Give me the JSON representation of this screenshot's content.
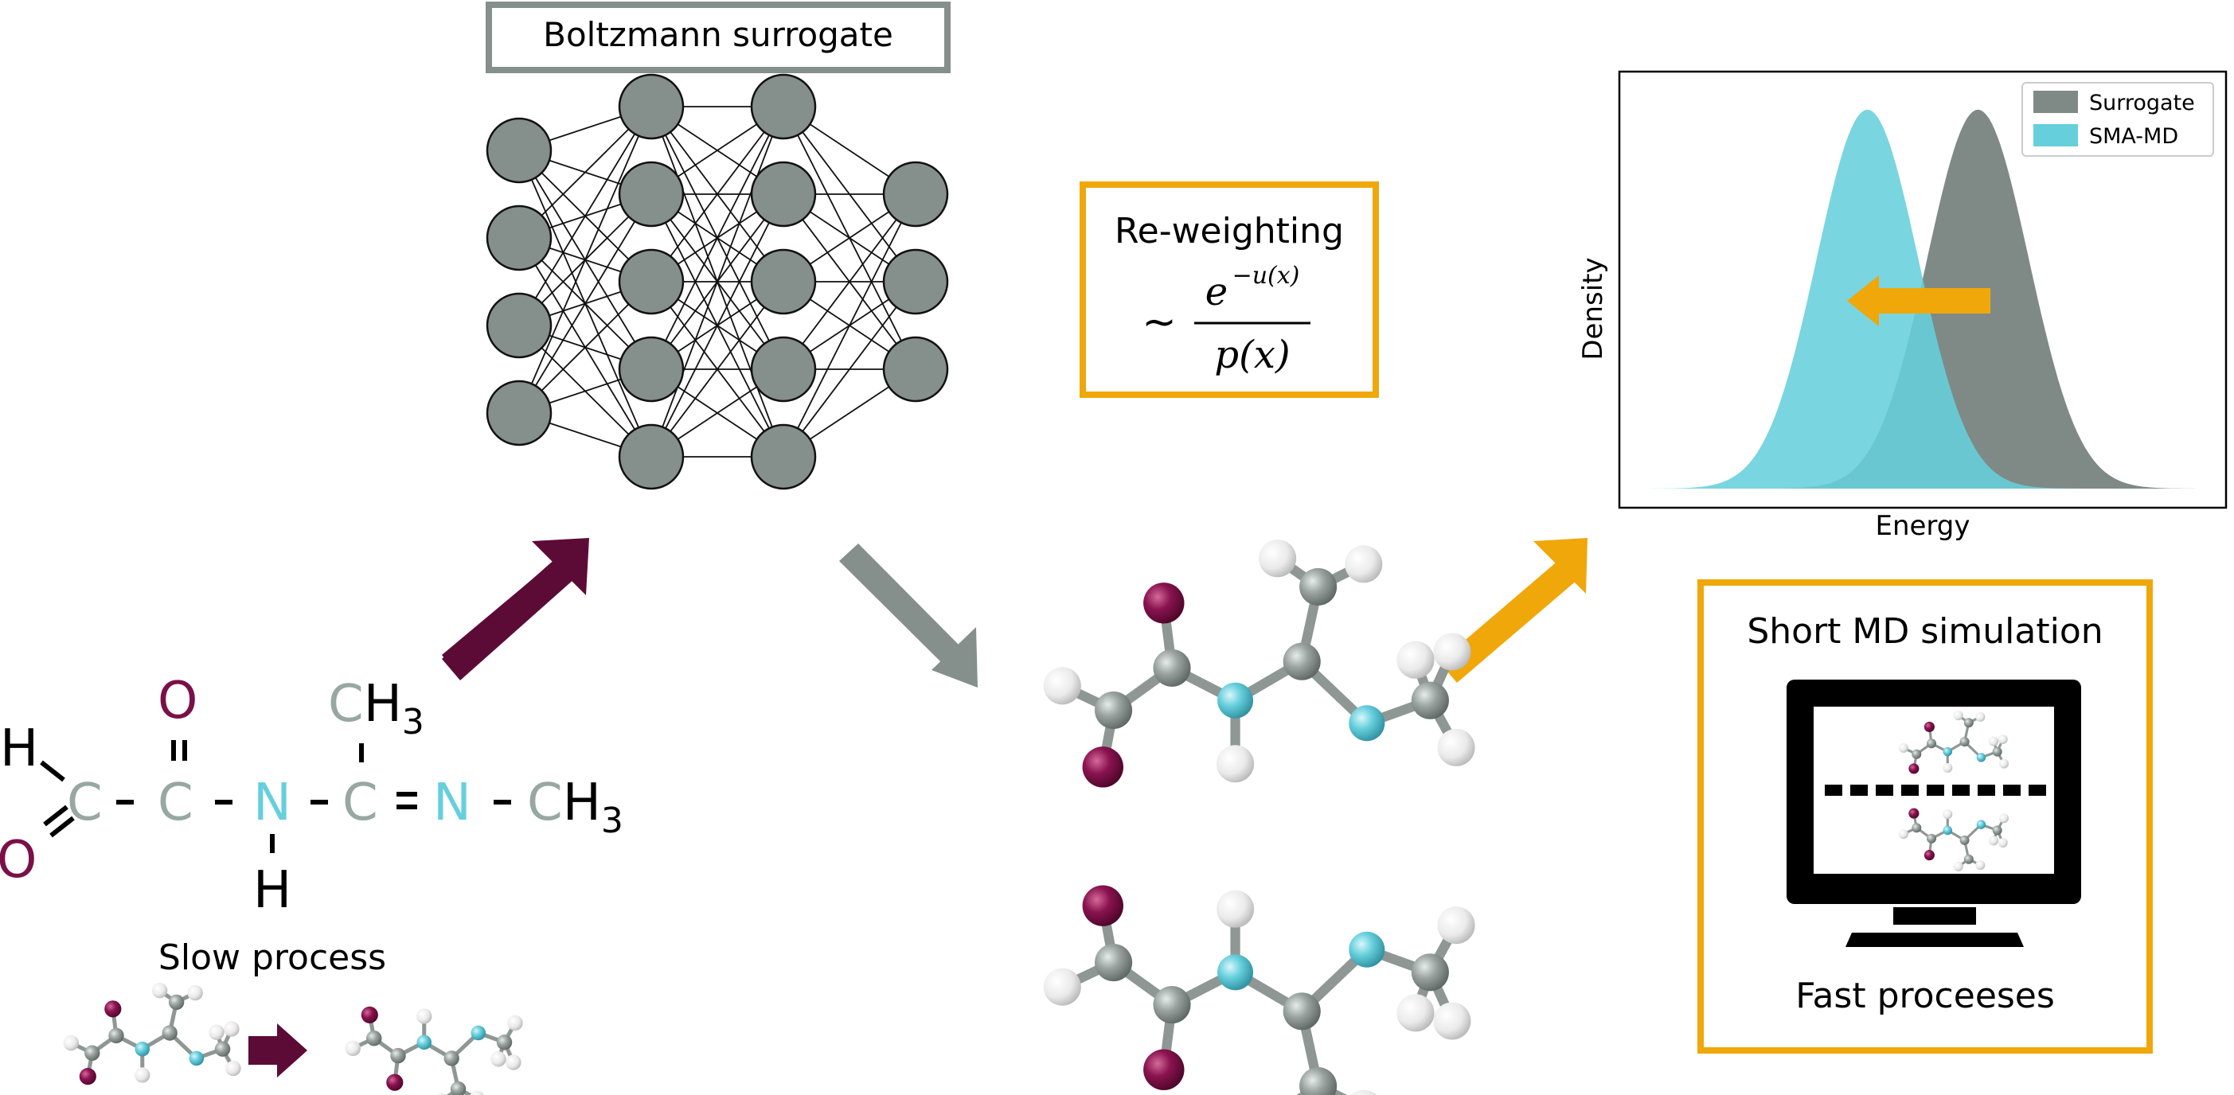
{
  "colors": {
    "node_gray": "#858f8b",
    "teal": "#66cfdc",
    "maroon": "#7a1048",
    "arrow_maroon": "#5c0b36",
    "orange": "#f0a70a",
    "white_atom": "#e8e8e8",
    "chart_gray": "#7f8a86",
    "monitor_black": "#000000"
  },
  "surrogate": {
    "title": "Boltzmann surrogate",
    "layers": [
      4,
      5,
      5,
      3
    ]
  },
  "reweighting": {
    "title": "Re-weighting",
    "tilde": "∼",
    "numerator_base": "e",
    "numerator_exp": "−u(x)",
    "denominator": "p(x)"
  },
  "molecule_left": {
    "atoms": {
      "H_top": "H",
      "C1": "C",
      "O1": "O",
      "O2": "O",
      "C2": "C",
      "N1": "N",
      "H_N": "H",
      "C3_head": "C",
      "C3_tail": "H",
      "C3_sub": "3",
      "C4": "C",
      "N2": "N",
      "C5_head": "C",
      "C5_tail": "H",
      "C5_sub": "3"
    },
    "caption": "Slow process"
  },
  "md_box": {
    "title": "Short MD simulation",
    "caption": "Fast proceeses"
  },
  "chart_data": {
    "type": "area",
    "xlabel": "Energy",
    "ylabel": "Density",
    "legend_position": "top-right",
    "series": [
      {
        "name": "Surrogate",
        "color": "#7f8a86",
        "mean": 0.6,
        "sd": 0.092
      },
      {
        "name": "SMA-MD",
        "color": "#66cfdc",
        "mean": 0.4,
        "sd": 0.092
      }
    ],
    "xlim": [
      0,
      1
    ],
    "ylim": [
      0,
      1.05
    ]
  }
}
